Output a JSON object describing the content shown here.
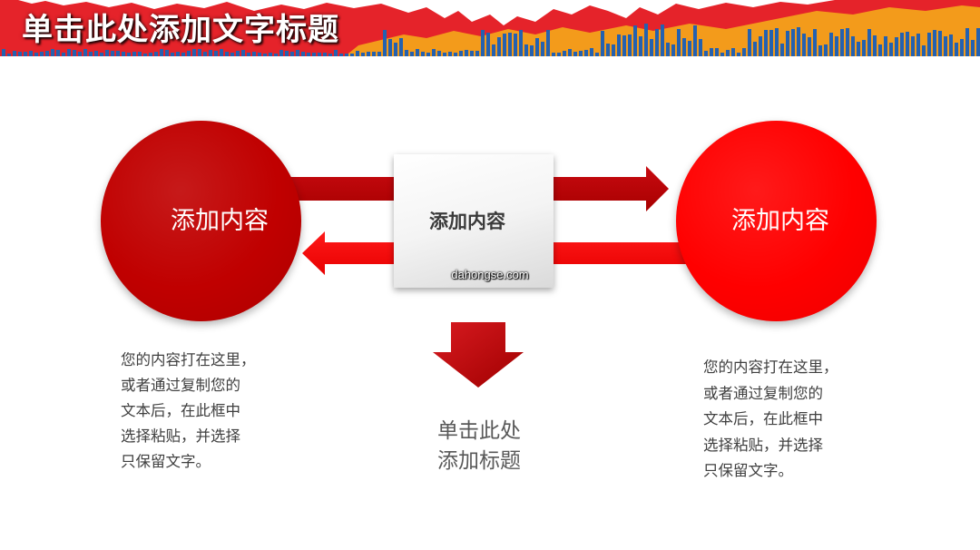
{
  "slide": {
    "title": "单击此处添加文字标题",
    "left_circle": {
      "label": "添加内容"
    },
    "right_circle": {
      "label": "添加内容"
    },
    "center_box": {
      "label": "添加内容",
      "watermark": "dahongse.com"
    },
    "bottom_title": {
      "line1": "单击此处",
      "line2": "添加标题"
    },
    "left_text": [
      "您的内容打在这里，",
      "或者通过复制您的",
      "文本后，在此框中",
      "选择粘贴，并选择",
      "只保留文字。"
    ],
    "right_text": [
      "您的内容打在这里，",
      "或者通过复制您的",
      "文本后，在此框中",
      "选择粘贴，并选择",
      "只保留文字。"
    ]
  },
  "colors": {
    "dark_red": "#C00000",
    "bright_red": "#FF0000",
    "body_text": "#404040",
    "banner_red": "#E5232A",
    "banner_orange": "#F39B1B",
    "banner_blue": "#2461B0"
  }
}
